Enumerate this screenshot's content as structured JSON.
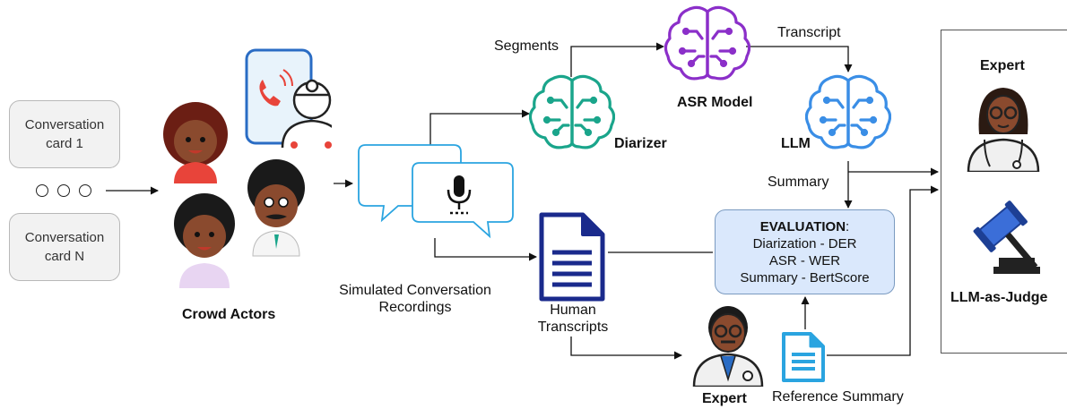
{
  "cards": [
    {
      "line1": "Conversation",
      "line2": "card 1"
    },
    {
      "line1": "Conversation",
      "line2": "card N"
    }
  ],
  "crowd_actors_label": "Crowd Actors",
  "recordings_label": {
    "line1": "Simulated Conversation",
    "line2": "Recordings"
  },
  "segments_label": "Segments",
  "diarizer_label": "Diarizer",
  "asr_label": "ASR Model",
  "transcript_label": "Transcript",
  "llm_label": "LLM",
  "summary_label": "Summary",
  "human_transcripts_label": {
    "line1": "Human",
    "line2": "Transcripts"
  },
  "evaluation": {
    "title": "EVALUATION",
    "colon": ":",
    "rows": [
      "Diarization - DER",
      "ASR - WER",
      "Summary - BertScore"
    ]
  },
  "expert_bottom_label": "Expert",
  "reference_summary_label": "Reference Summary",
  "judges": {
    "expert_label": "Expert",
    "llm_judge_label": "LLM-as-Judge"
  },
  "colors": {
    "diarizer": "#1aa58b",
    "asr": "#8b2fc9",
    "llm": "#3a8ee6",
    "document": "#1a2a8c",
    "reference_doc": "#2aa4e0",
    "eval_fill": "#dae8fc",
    "card_fill": "#f2f2f2",
    "skin": "#8a4a2e",
    "gavel": "#3b6ed8"
  },
  "icons": [
    "brain-circuit-icon",
    "document-icon",
    "microphone-icon",
    "chat-bubbles-icon",
    "gavel-icon",
    "phone-doctor-icon",
    "person-icon"
  ]
}
